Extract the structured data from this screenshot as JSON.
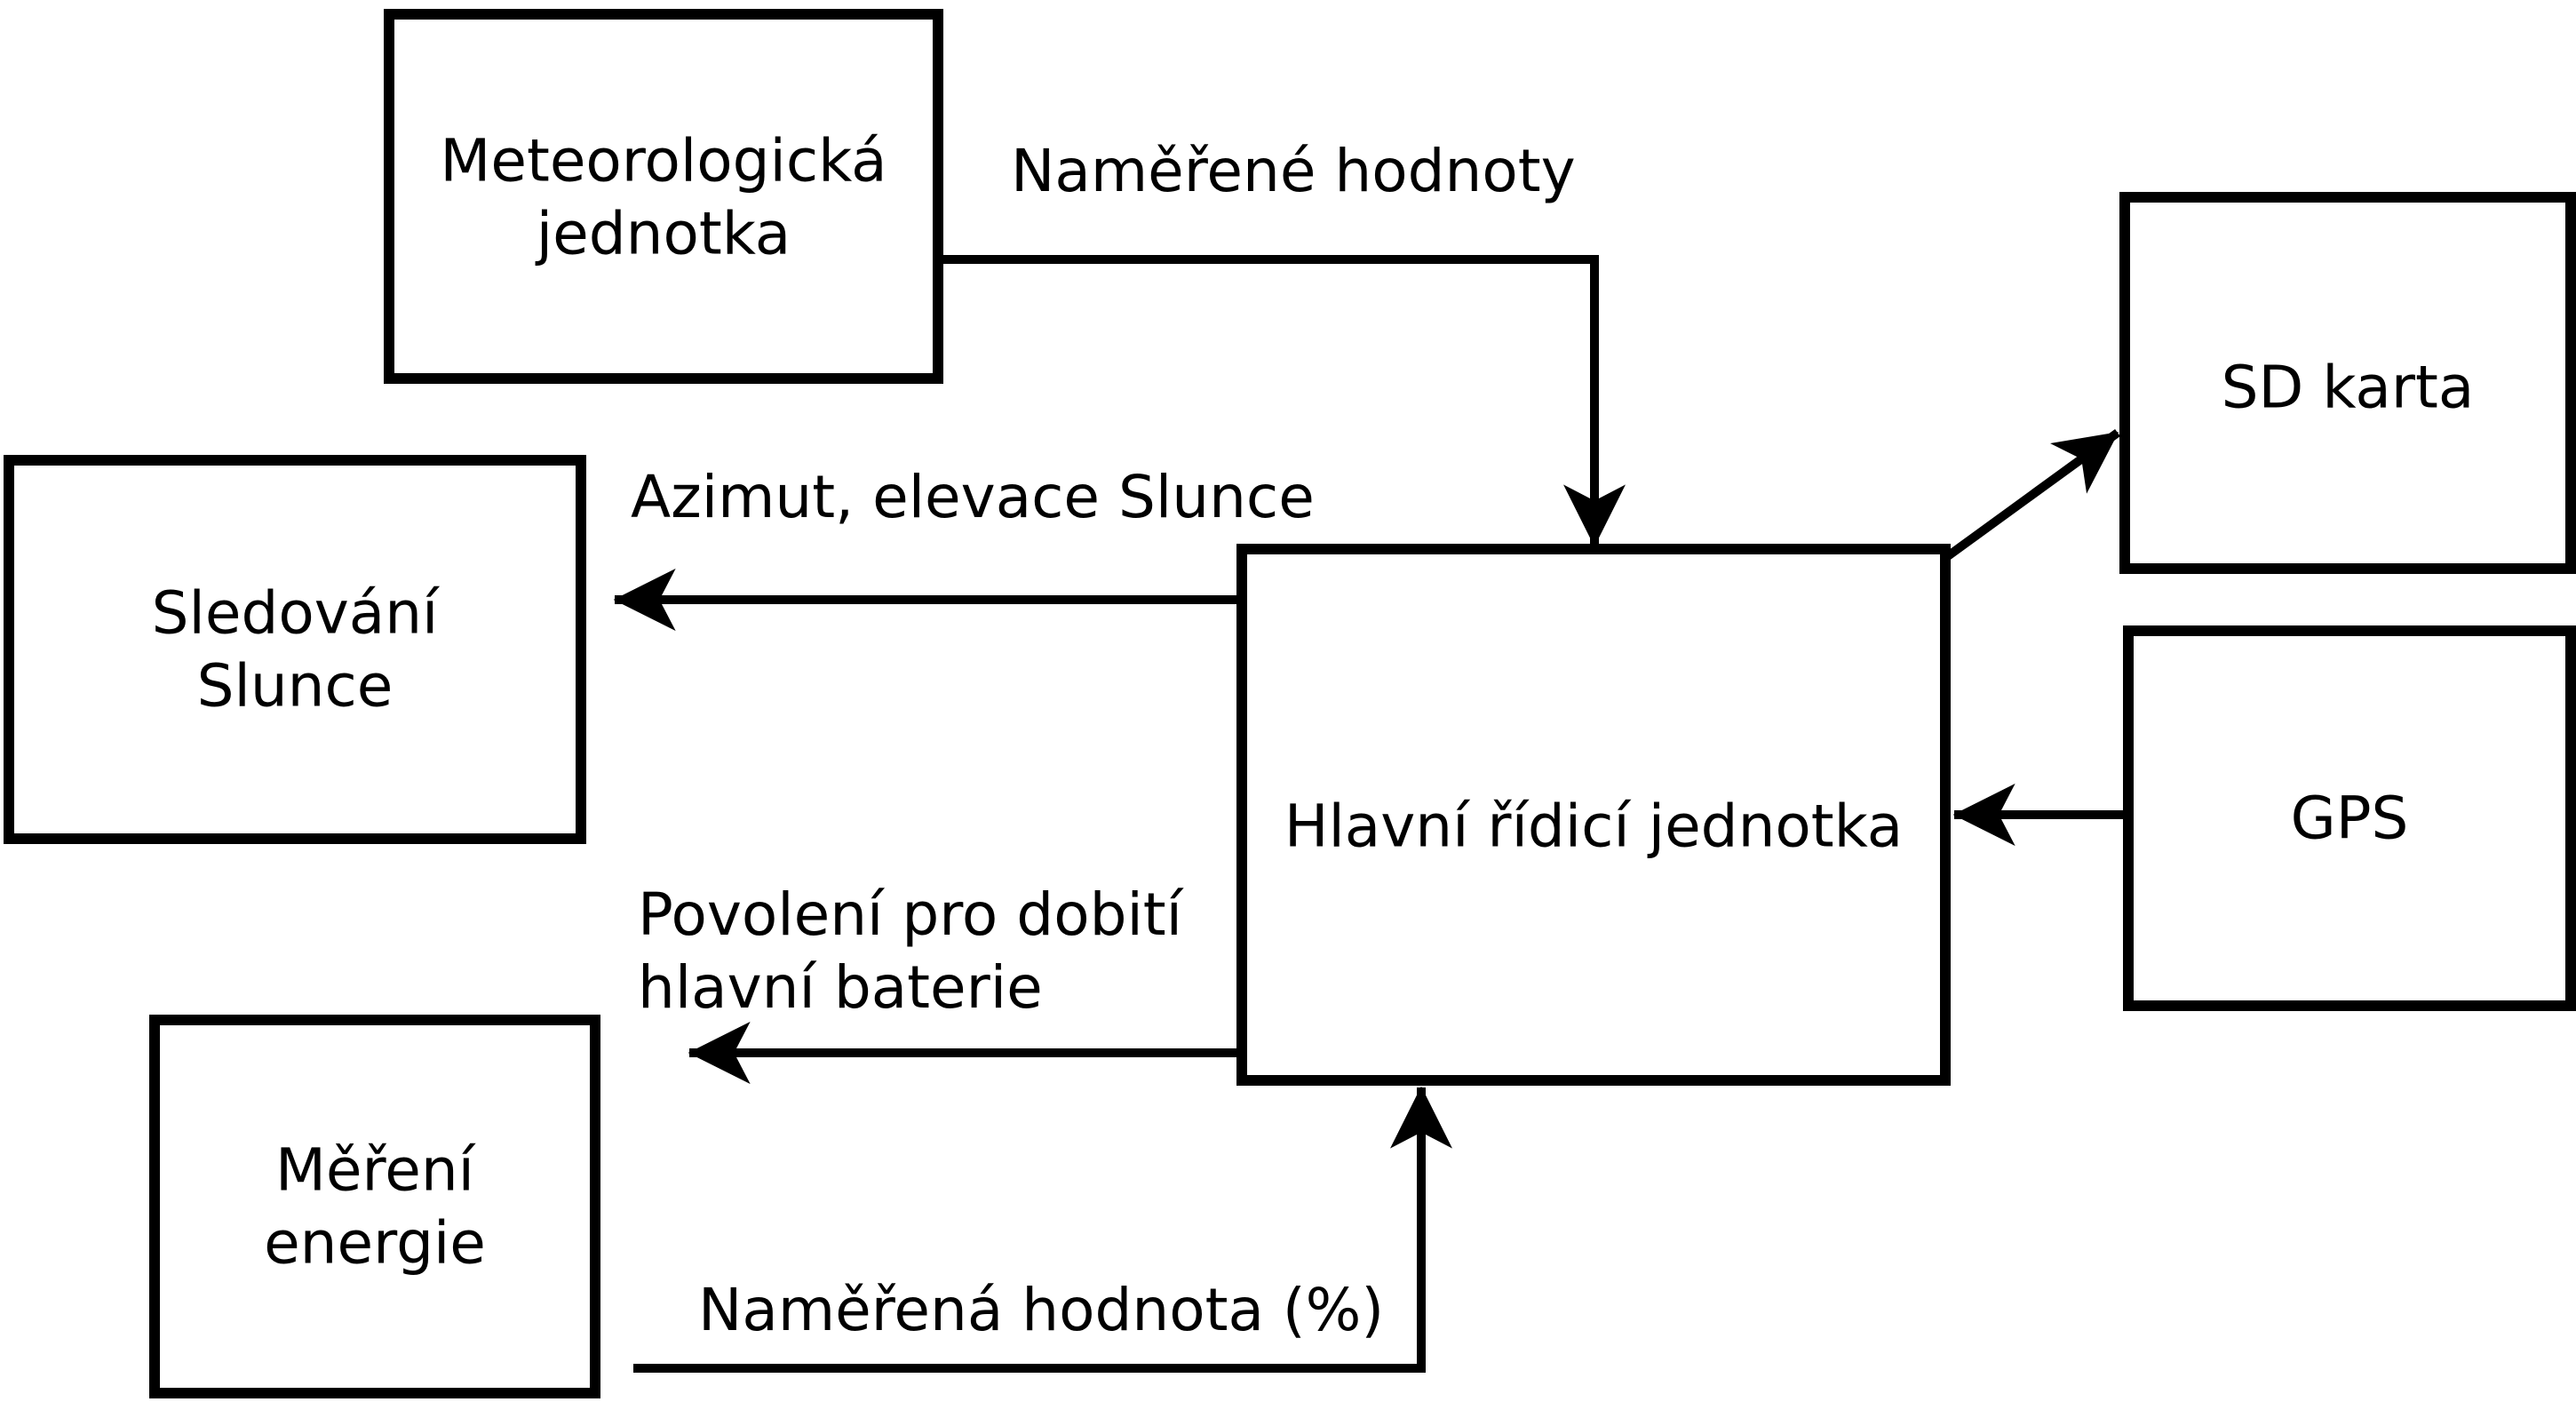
{
  "diagram": {
    "colors": {
      "ink": "#000000",
      "paper": "#ffffff"
    },
    "boxes": {
      "meteo": {
        "lines": [
          "Meteorologická",
          "jednotka"
        ]
      },
      "sledovani": {
        "lines": [
          "Sledování",
          "Slunce"
        ]
      },
      "mereni": {
        "lines": [
          "Měření",
          "energie"
        ]
      },
      "hlavni": {
        "lines": [
          "Hlavní řídicí jednotka"
        ]
      },
      "sd": {
        "lines": [
          "SD karta"
        ]
      },
      "gps": {
        "lines": [
          "GPS"
        ]
      }
    },
    "edges": {
      "meteo_to_hlavni": {
        "label": "Naměřené hodnoty"
      },
      "hlavni_to_sledovani": {
        "label": "Azimut, elevace Slunce"
      },
      "hlavni_to_mereni": {
        "lines": [
          "Povolení pro dobití",
          "hlavní baterie"
        ]
      },
      "mereni_to_hlavni": {
        "label": "Naměřená hodnota (%)"
      }
    }
  }
}
